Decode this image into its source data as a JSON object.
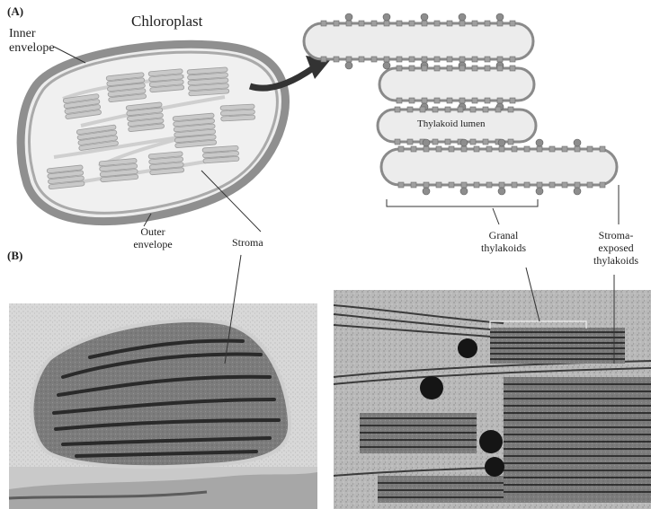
{
  "figure": {
    "panel_a_label": "(A)",
    "panel_b_label": "(B)",
    "chloroplast_label": "Chloroplast",
    "inner_envelope_label_1": "Inner",
    "inner_envelope_label_2": "envelope",
    "outer_envelope_label_1": "Outer",
    "outer_envelope_label_2": "envelope",
    "stroma_label": "Stroma",
    "thylakoid_lumen_label": "Thylakoid lumen",
    "granal_label_1": "Granal",
    "granal_label_2": "thylakoids",
    "stroma_exposed_label_1": "Stroma-",
    "stroma_exposed_label_2": "exposed",
    "stroma_exposed_label_3": "thylakoids"
  },
  "colors": {
    "envelope_fill": "#8f8f8f",
    "stroma_fill": "#ececec",
    "thylakoid_fill": "#c9c9c9",
    "protein_fill": "#a5a5a5",
    "micrograph_dark": "#3a3a3a"
  }
}
